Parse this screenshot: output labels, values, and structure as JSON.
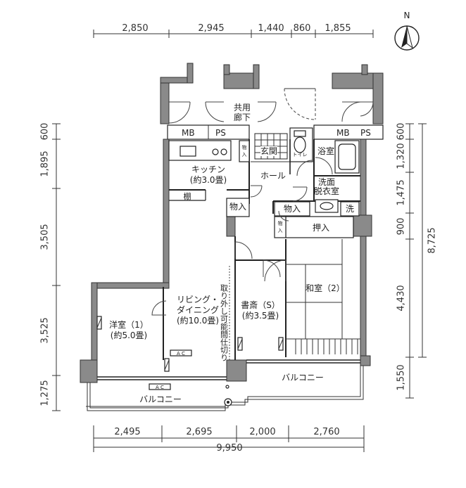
{
  "compass": {
    "north_label": "N"
  },
  "dimensions": {
    "top": [
      "2,850",
      "2,945",
      "1,440",
      "860",
      "1,855"
    ],
    "bottom": [
      "2,495",
      "2,695",
      "2,000",
      "2,760"
    ],
    "bottom_total": "9,950",
    "left": [
      "600",
      "1,895",
      "3,505",
      "3,525",
      "1,275"
    ],
    "right": [
      "600",
      "1,320",
      "1,475",
      "900",
      "4,430",
      "1,550"
    ],
    "right_total": "8,725"
  },
  "labels": {
    "common_corridor": [
      "共用",
      "廊下"
    ],
    "mb_left": "MB",
    "ps_left": "PS",
    "mb_right": "MB",
    "ps_right": "PS",
    "storage_small": [
      "物",
      "入"
    ],
    "entrance": "玄関",
    "toilet": "トイレ",
    "bathroom": "浴室",
    "kitchen": [
      "キッチン",
      "(約3.0畳)"
    ],
    "hall": "ホール",
    "washroom": [
      "洗面",
      "脱衣室"
    ],
    "shelf": "棚",
    "storage_left": "物入",
    "storage_mid": "物入",
    "washer": "洗",
    "storage_vert": [
      "物",
      "入"
    ],
    "closet": "押入",
    "living": [
      "リビング・",
      "ダイニング",
      "(約10.0畳)"
    ],
    "removable_partition": "取り外し可能間仕切り",
    "study": [
      "書斎（S）",
      "(約3.5畳)"
    ],
    "japanese_room": "和室（2）",
    "western_room": [
      "洋室（1）",
      "(約5.0畳)"
    ],
    "ac_living": "A C",
    "ac_balcony": "A C",
    "balcony_right": "バルコニー",
    "balcony_left": "バルコニー"
  }
}
